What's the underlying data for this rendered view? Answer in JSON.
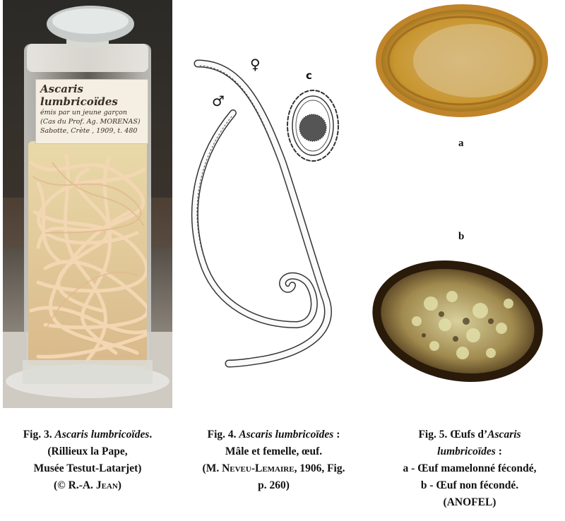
{
  "jar_label": {
    "title": "Ascaris lumbricoïdes",
    "line1": "émis par un jeune garçon",
    "line2": "(Cas du Prof. Ag. MORENAS)",
    "line3": "Sabotte, Crète , 1909, t. 480"
  },
  "drawing": {
    "female_symbol": "♀",
    "male_symbol": "♂",
    "egg_letter": "c"
  },
  "eggs": {
    "label_a": "a",
    "label_b": "b"
  },
  "captions": {
    "fig3": {
      "prefix": "Fig. 3. ",
      "species": "Ascaris lumbricoïdes",
      "suffix": ".",
      "line2": "(Rillieux la Pape,",
      "line3": "Musée Testut-Latarjet)",
      "line4_pre": "(© R.-A. ",
      "line4_sc": "Jean",
      "line4_post": ")"
    },
    "fig4": {
      "prefix": "Fig. 4. ",
      "species": "Ascaris lumbricoïdes",
      "suffix": " :",
      "line2": "Mâle et femelle, œuf.",
      "line3_pre": "(M. ",
      "line3_sc": "Neveu-Lemaire",
      "line3_post": ", 1906, Fig.",
      "line4": "p. 260)"
    },
    "fig5": {
      "prefix": "Fig. 5. Œufs d’",
      "species1": "Ascaris",
      "species2": "lumbricoïdes",
      "suffix2": " :",
      "line3": "a - Œuf mamelonné fécondé,",
      "line4": "b - Œuf non fécondé.",
      "line5": "(ANOFEL)"
    }
  }
}
